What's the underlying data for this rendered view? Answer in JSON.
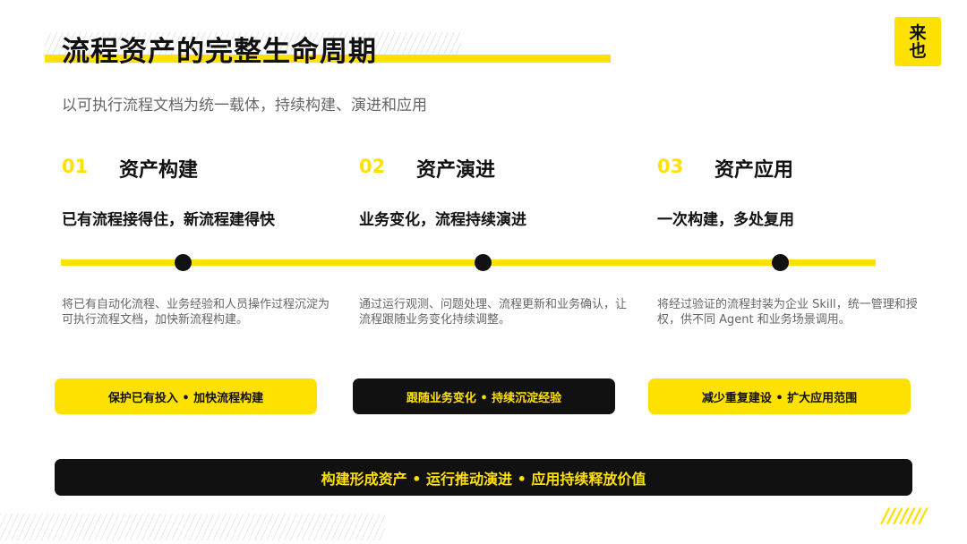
{
  "title": "流程资产的完整生命周期",
  "subtitle": "以可执行流程文档为统一载体，持续构建、演进和应用",
  "logo": [
    "来",
    "也"
  ],
  "colors": {
    "accent": "#FFE100",
    "dark": "#111111",
    "muted": "#666666"
  },
  "columns": [
    {
      "number": "01",
      "title": "资产构建",
      "heading": "已有流程接得住，新流程建得快",
      "description": "将已有自动化流程、业务经验和人员操作过程沉淀为可执行流程文档，加快新流程构建。",
      "pill": "保护已有投入 • 加快流程构建"
    },
    {
      "number": "02",
      "title": "资产演进",
      "heading": "业务变化，流程持续演进",
      "description": "通过运行观测、问题处理、流程更新和业务确认，让流程跟随业务变化持续调整。",
      "pill": "跟随业务变化 • 持续沉淀经验"
    },
    {
      "number": "03",
      "title": "资产应用",
      "heading": "一次构建，多处复用",
      "description": "将经过验证的流程封装为企业 Skill，统一管理和授权，供不同 Agent 和业务场景调用。",
      "pill": "减少重复建设 • 扩大应用范围"
    }
  ],
  "footer": "构建形成资产 • 运行推动演进 • 应用持续释放价值",
  "decoration": {
    "slashes": "///////"
  }
}
